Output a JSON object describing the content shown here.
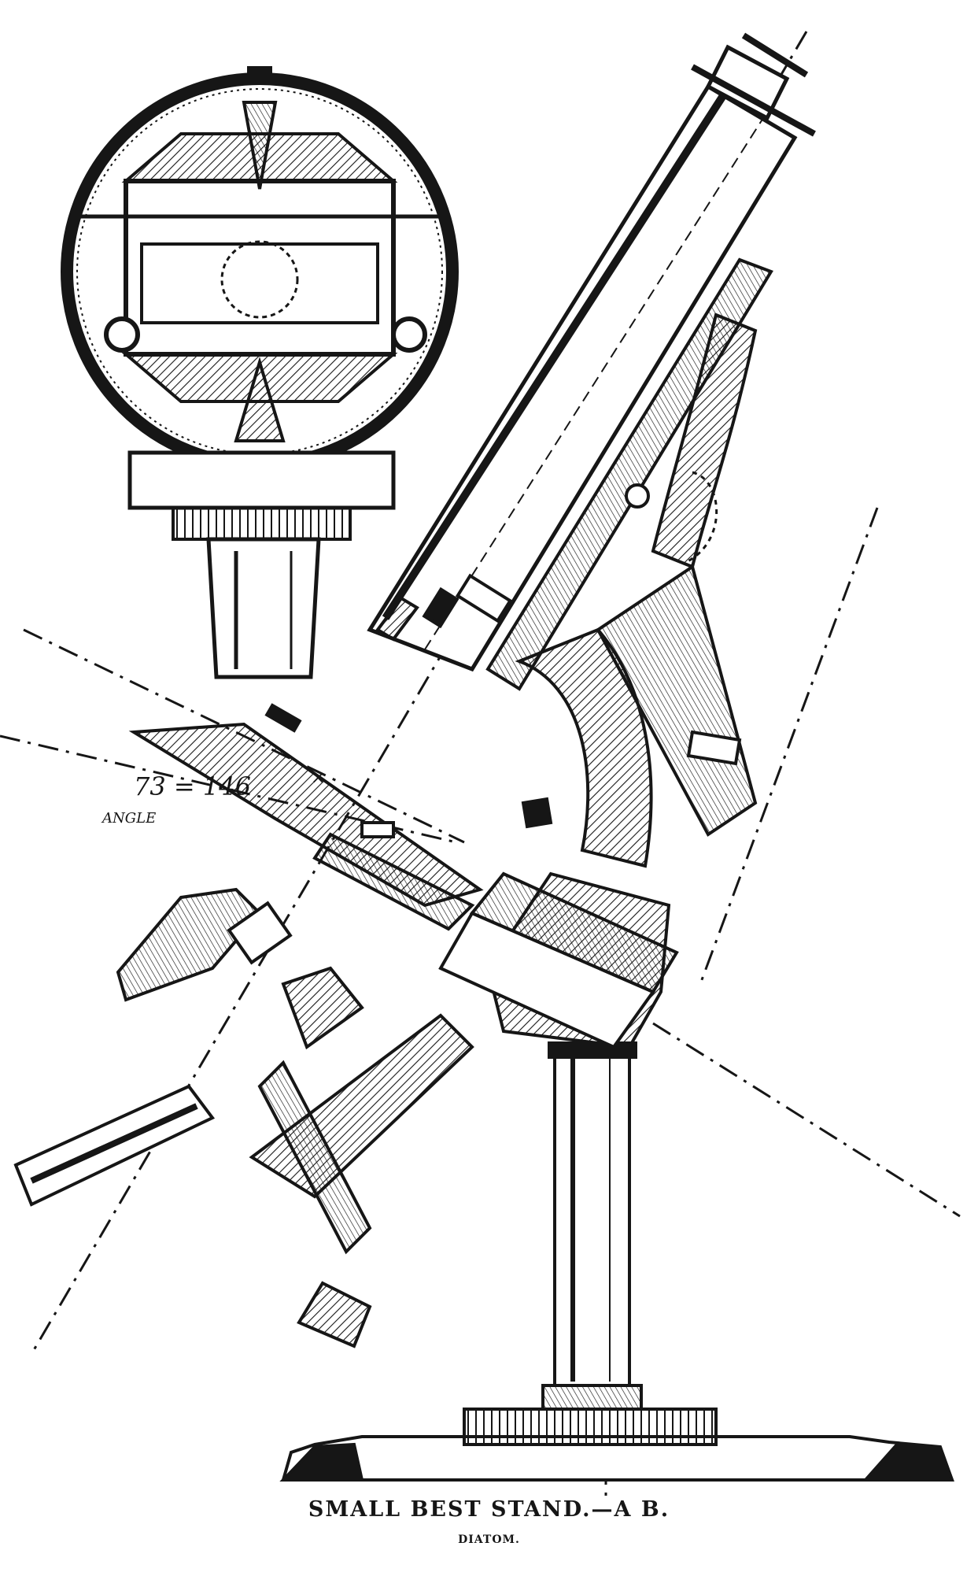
{
  "diagram": {
    "angle_annotation": "73 = 146",
    "angle_label": "ANGLE",
    "axis_mark": "×"
  },
  "caption": {
    "title": "SMALL BEST STAND.—A B.",
    "subtitle": "DIATOM."
  },
  "colors": {
    "ink": "#161616",
    "paper": "#ffffff"
  }
}
